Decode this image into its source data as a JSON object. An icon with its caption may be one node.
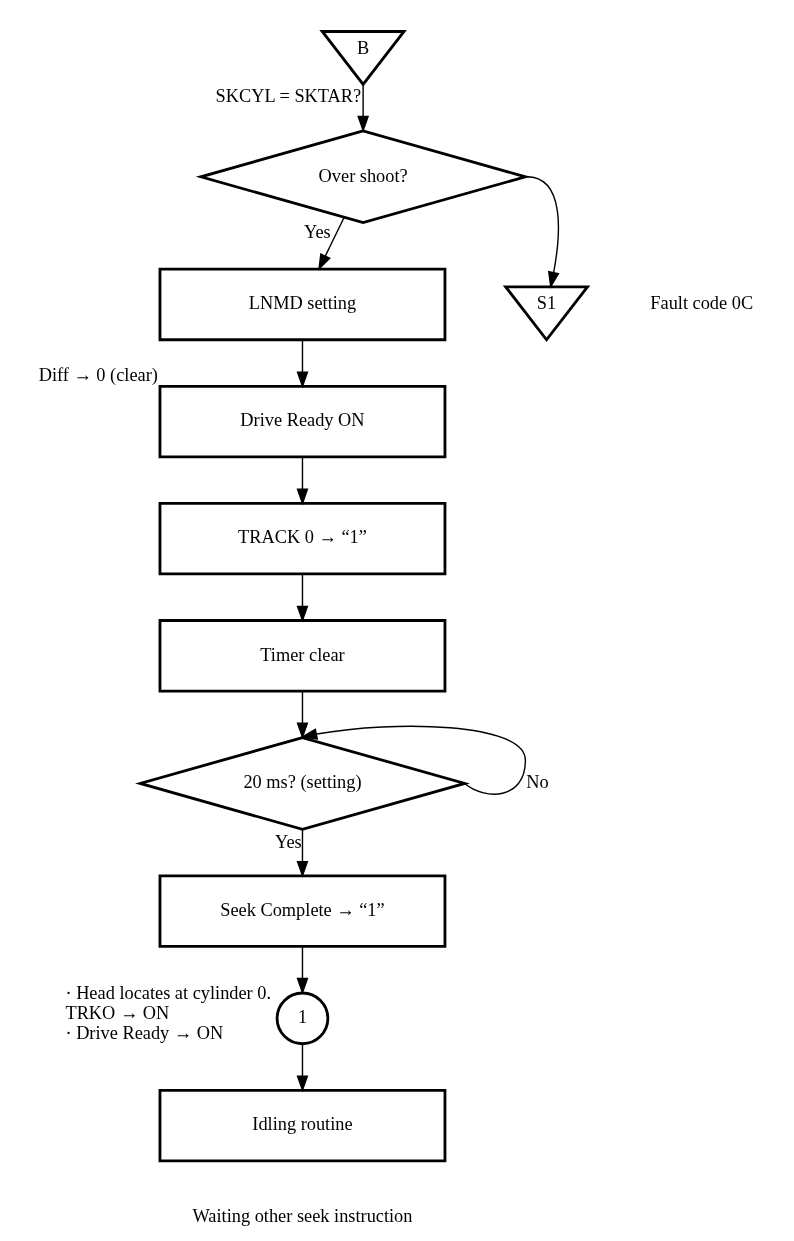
{
  "diagram": {
    "nodes": [
      {
        "text": [
          "B"
        ]
      },
      {
        "text": [
          "Over shoot?"
        ]
      },
      {
        "text": [
          "S1"
        ],
        "beside": [
          "Fault code 0C"
        ]
      },
      {
        "text": [
          "LNMD setting"
        ]
      },
      {
        "text": [
          "Drive Ready ON"
        ],
        "beside": [
          "Diff → 0 (clear)"
        ]
      },
      {
        "text": [
          "TRACK 0 → “1”"
        ]
      },
      {
        "text": [
          "Timer clear"
        ]
      },
      {
        "text": [
          "20 ms? (setting)"
        ]
      },
      {
        "text": [
          "Seek Complete → “1”"
        ]
      },
      {
        "text": [
          "1"
        ],
        "beside": [
          "· Head locates at cylinder 0.",
          "TRKO → ON",
          "· Drive Ready → ON"
        ]
      },
      {
        "text": [
          "Idling routine"
        ],
        "beside": [
          "Waiting other seek instruction"
        ]
      }
    ],
    "edges": [
      {
        "from": 0,
        "to": 1,
        "arrow": "to",
        "label": "SKCYL = SKTAR?"
      },
      {
        "from": 1,
        "to": 2,
        "arrow": "to"
      },
      {
        "from": 1,
        "to": 3,
        "arrow": "to",
        "label": "Yes"
      },
      {
        "from": 3,
        "to": 4,
        "arrow": "to"
      },
      {
        "from": 4,
        "to": 5,
        "arrow": "to"
      },
      {
        "from": 5,
        "to": 6,
        "arrow": "to"
      },
      {
        "from": 6,
        "to": 7,
        "arrow": "to"
      },
      {
        "from": 7,
        "to": 7,
        "arrow": "to",
        "label": "No"
      },
      {
        "from": 7,
        "to": 8,
        "arrow": "to",
        "label": "Yes"
      },
      {
        "from": 8,
        "to": 9,
        "arrow": "to"
      },
      {
        "from": 9,
        "to": 10,
        "arrow": "to"
      }
    ]
  }
}
